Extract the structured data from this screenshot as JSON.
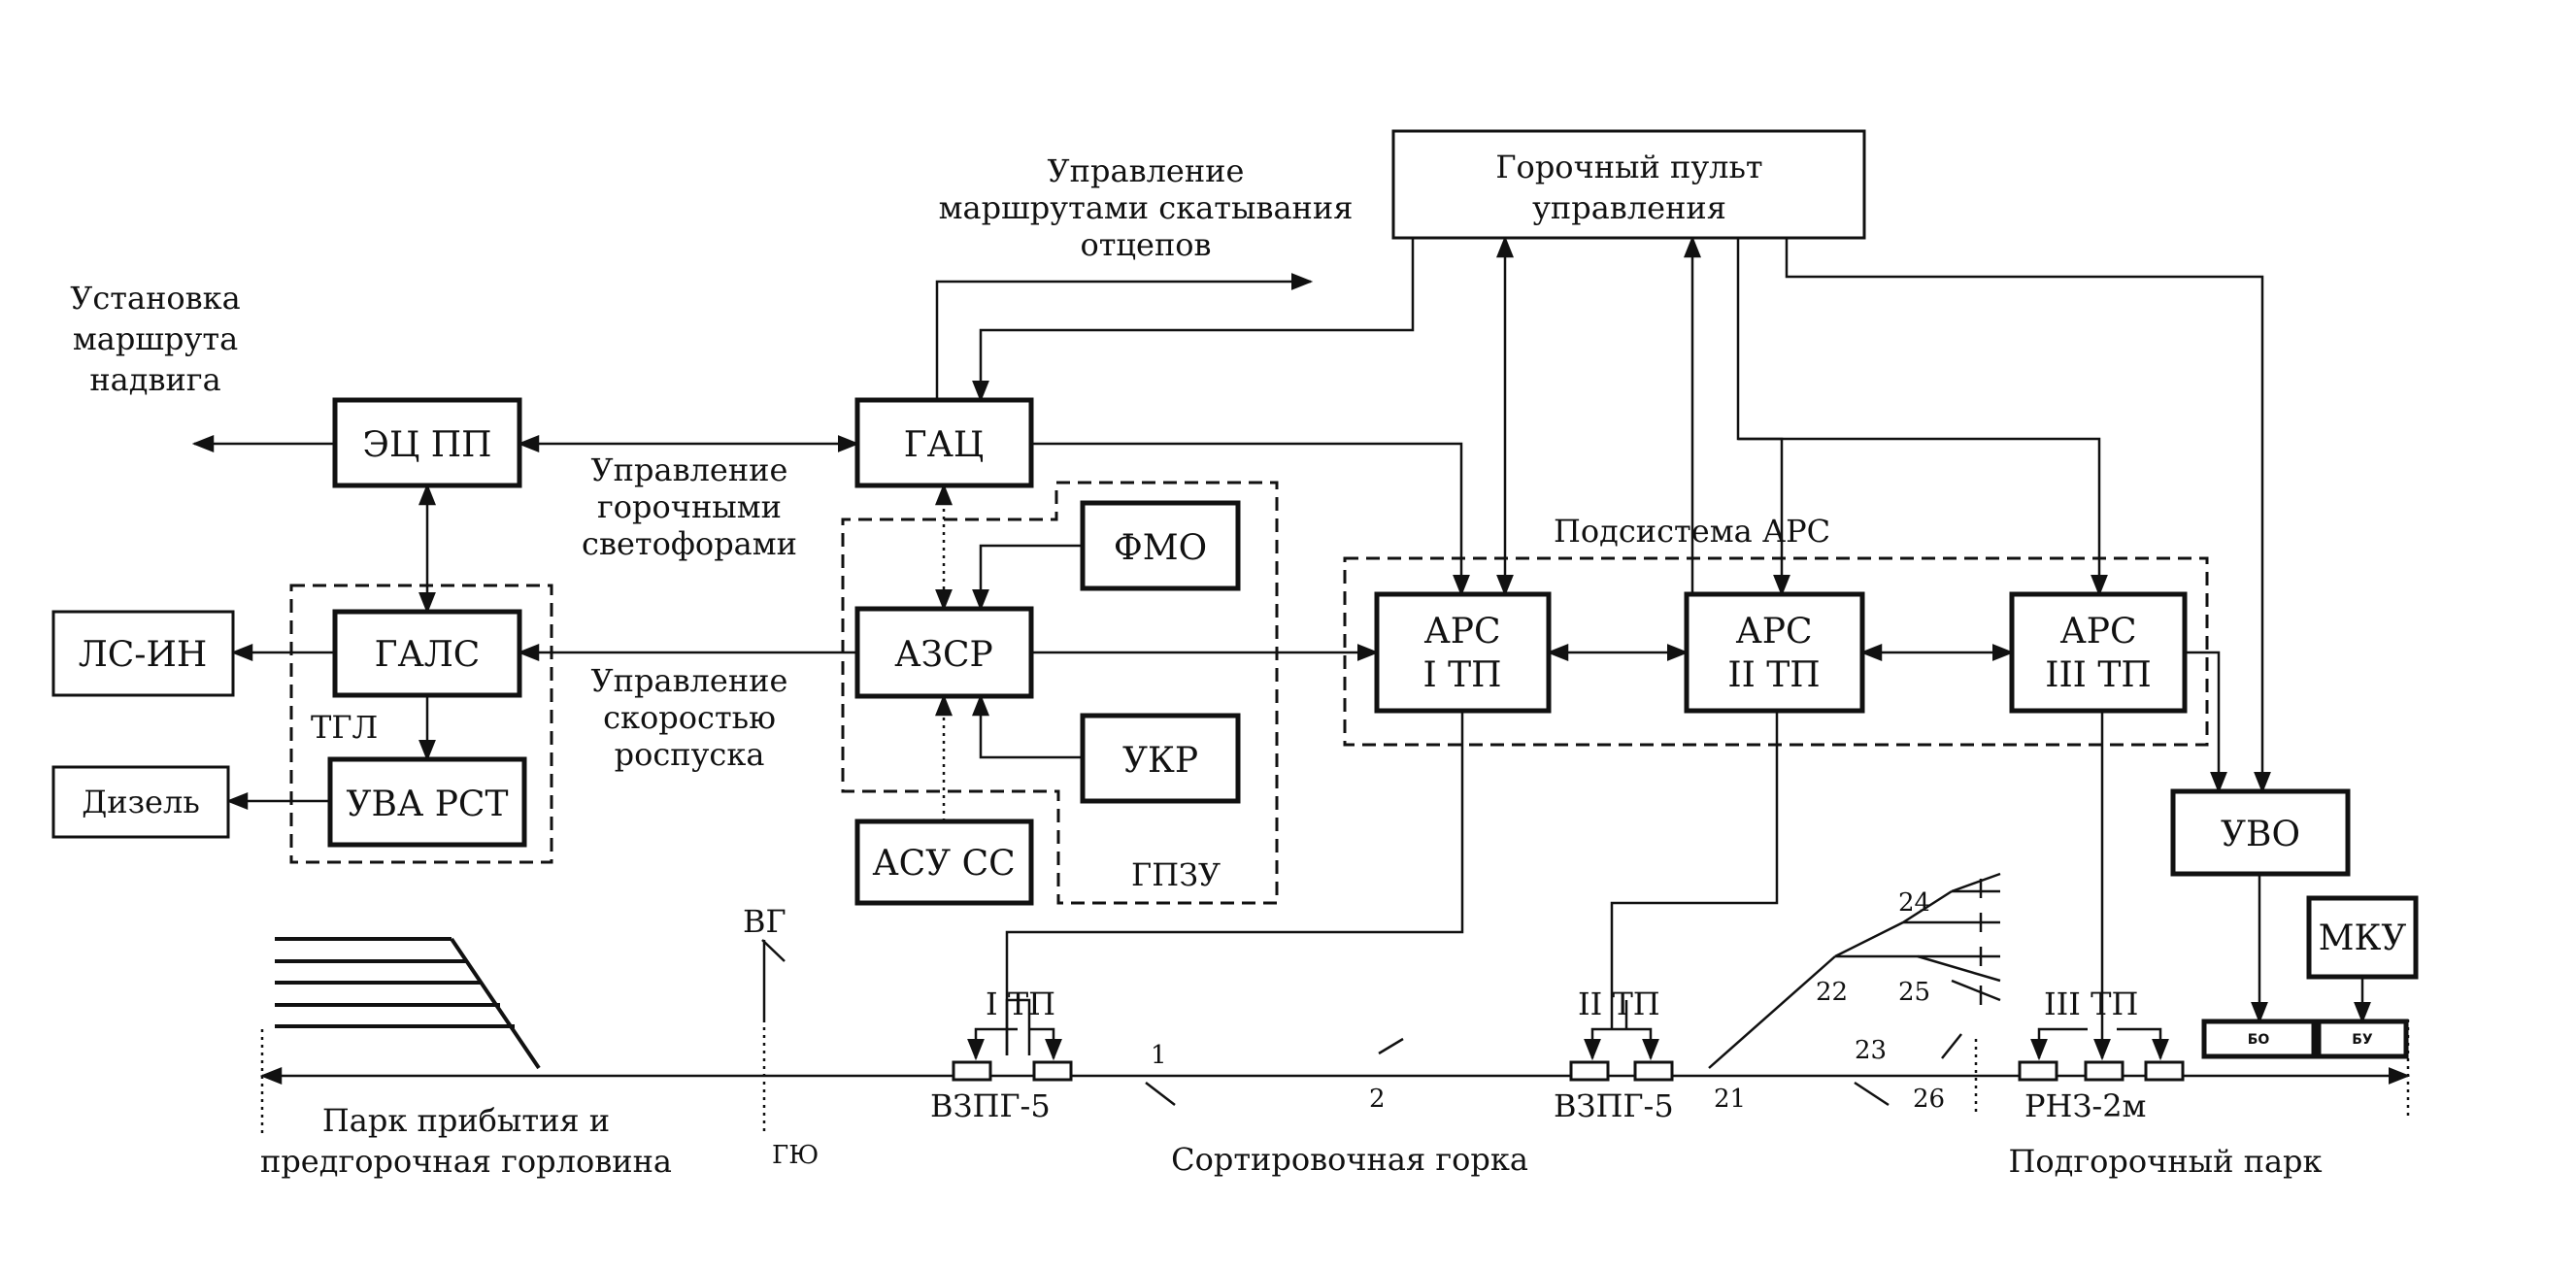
{
  "blocks": {
    "control_panel_l1": "Горочный пульт",
    "control_panel_l2": "управления",
    "ec_pp": "ЭЦ ПП",
    "gac": "ГАЦ",
    "fmo": "ФМО",
    "azsr": "АЗСР",
    "ukr": "УКР",
    "asu_ss": "АСУ СС",
    "gals": "ГАЛС",
    "lsin": "ЛС-ИН",
    "diesel": "Дизель",
    "uva_rst": "УВА РСТ",
    "ars1_l1": "АРС",
    "ars1_l2": "I ТП",
    "ars2_l1": "АРС",
    "ars2_l2": "II ТП",
    "ars3_l1": "АРС",
    "ars3_l2": "III ТП",
    "uvo": "УВО",
    "mku": "МКУ",
    "bo": "БО",
    "bu": "БУ"
  },
  "groups": {
    "tgl": "ТГЛ",
    "gpzu": "ГПЗУ",
    "ars_subsystem": "Подсистема АРС"
  },
  "labels": {
    "route_setup_l1": "Установка",
    "route_setup_l2": "маршрута",
    "route_setup_l3": "надвига",
    "route_control_l1": "Управление",
    "route_control_l2": "маршрутами скатывания",
    "route_control_l3": "отцепов",
    "signal_control_l1": "Управление",
    "signal_control_l2": "горочными",
    "signal_control_l3": "светофорами",
    "speed_control_l1": "Управление",
    "speed_control_l2": "скоростью",
    "speed_control_l3": "роспуска",
    "vg": "ВГ",
    "gyu": "ГЮ",
    "tp1": "I ТП",
    "tp2": "II ТП",
    "tp3": "III ТП",
    "vzpg1": "ВЗПГ-5",
    "vzpg2": "ВЗПГ-5",
    "rnz": "РНЗ-2м",
    "n1": "1",
    "n2": "2",
    "n21": "21",
    "n22": "22",
    "n23": "23",
    "n24": "24",
    "n25": "25",
    "n26": "26",
    "park_arrival_l1": "Парк прибытия и",
    "park_arrival_l2": "предгорочная горловина",
    "sorting_hump": "Сортировочная горка",
    "sub_hump_park": "Подгорочный парк"
  }
}
